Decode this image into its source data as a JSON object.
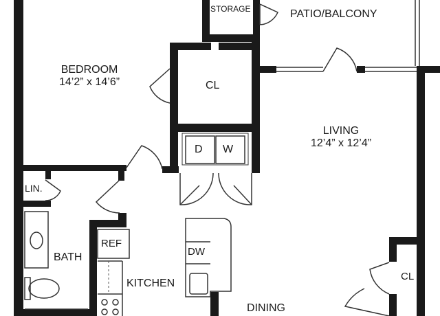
{
  "rooms": {
    "storage": {
      "name": "STORAGE"
    },
    "patio": {
      "name": "PATIO/BALCONY"
    },
    "bedroom": {
      "name": "BEDROOM",
      "dims": "14’2” x 14’6”"
    },
    "closet_bed": {
      "name": "CL"
    },
    "living": {
      "name": "LIVING",
      "dims": "12’4” x 12’4”"
    },
    "washer": {
      "name": "W"
    },
    "dryer": {
      "name": "D"
    },
    "linen": {
      "name": "LIN."
    },
    "ref": {
      "name": "REF"
    },
    "bath": {
      "name": "BATH"
    },
    "dishwasher": {
      "name": "DW"
    },
    "kitchen": {
      "name": "KITCHEN"
    },
    "closet_living": {
      "name": "CL"
    },
    "dining": {
      "name": "DINING"
    }
  },
  "colors": {
    "wall": "#1a1a1a",
    "line": "#333333",
    "background": "#ffffff"
  }
}
